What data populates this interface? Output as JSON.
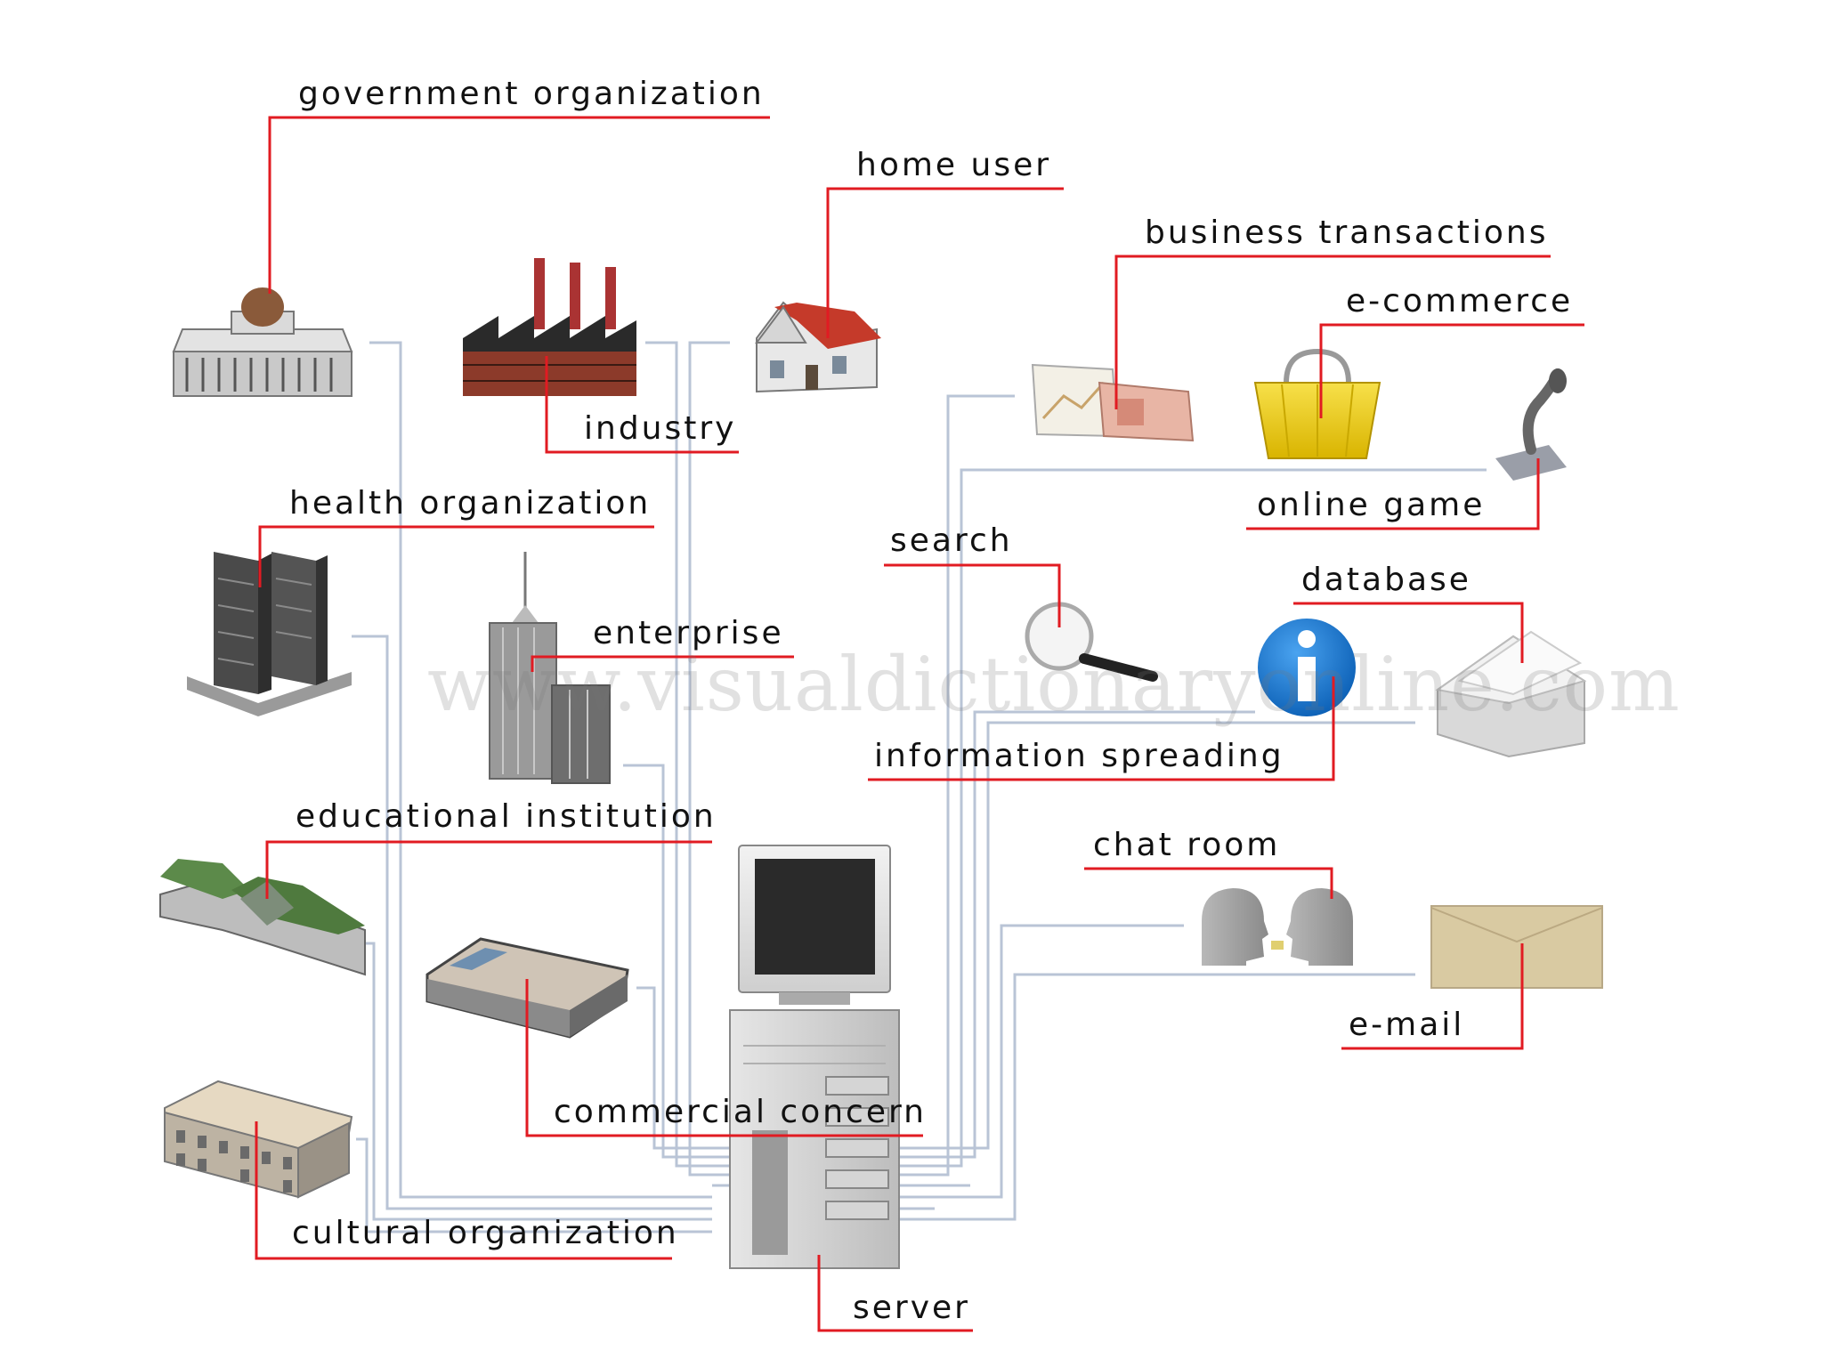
{
  "labels": {
    "government_organization": "government organization",
    "home_user": "home user",
    "business_transactions": "business transactions",
    "e_commerce": "e-commerce",
    "industry": "industry",
    "health_organization": "health organization",
    "online_game": "online game",
    "search": "search",
    "database": "database",
    "enterprise": "enterprise",
    "information_spreading": "information spreading",
    "educational_institution": "educational institution",
    "chat_room": "chat room",
    "e_mail": "e-mail",
    "commercial_concern": "commercial concern",
    "cultural_organization": "cultural organization",
    "server": "server"
  },
  "watermark": "www.visualdictionaryonline.com",
  "colors": {
    "leader_line": "#e11b22",
    "network_line": "#b9c4d6",
    "label_text": "#111111"
  }
}
